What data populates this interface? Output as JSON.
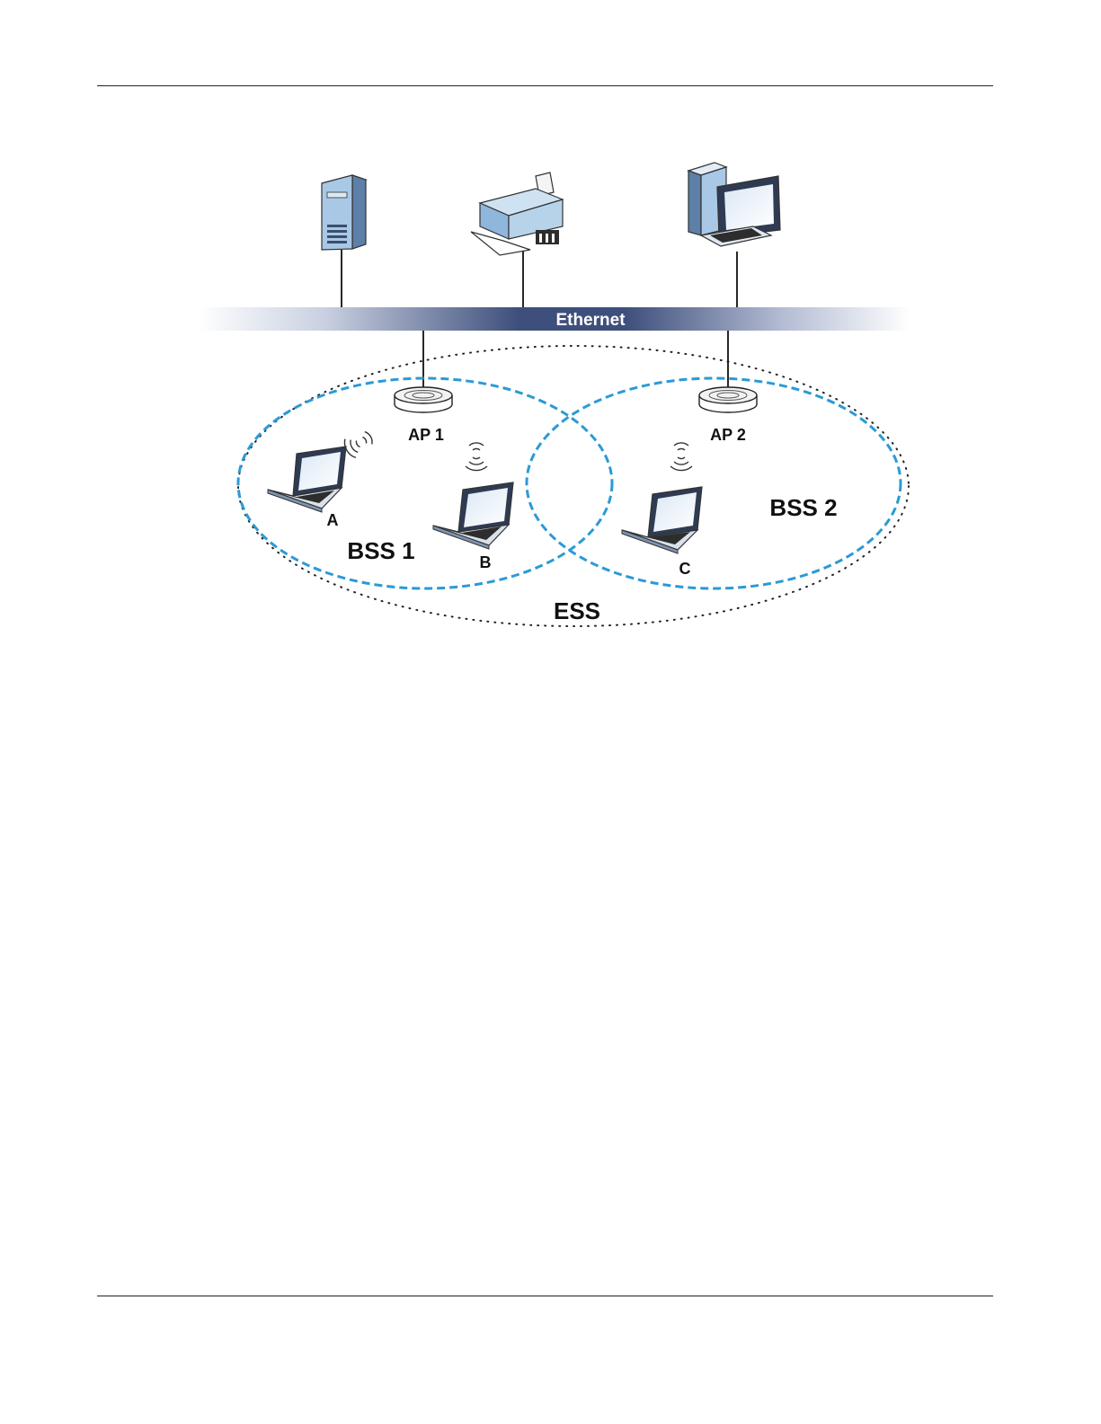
{
  "diagram": {
    "bus_label": "Ethernet",
    "access_points": [
      {
        "label": "AP 1"
      },
      {
        "label": "AP 2"
      }
    ],
    "clients": [
      {
        "label": "A"
      },
      {
        "label": "B"
      },
      {
        "label": "C"
      }
    ],
    "bss": [
      {
        "label": "BSS 1"
      },
      {
        "label": "BSS 2"
      }
    ],
    "ess_label": "ESS",
    "wired_devices": {
      "server": "server-icon",
      "printer": "printer-icon",
      "desktop": "desktop-computer-icon"
    },
    "colors": {
      "bss_outline": "#2b9ad6",
      "bus": "#3e4f7c"
    }
  }
}
